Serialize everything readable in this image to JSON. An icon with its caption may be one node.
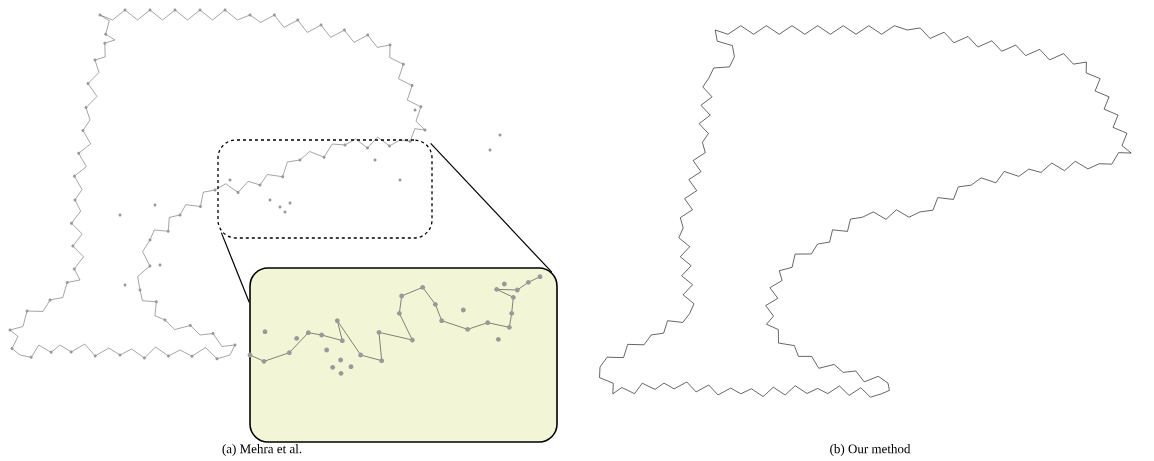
{
  "diagram": {
    "nodes": [
      {
        "text": [],
        "shape": "box"
      },
      {
        "text": [],
        "shape": "box"
      }
    ],
    "edges": [
      {
        "from": 0,
        "to": 1,
        "arrow": "none"
      },
      {
        "from": 0,
        "to": 1,
        "arrow": "none"
      }
    ],
    "labels": [
      "(a) Mehra et al.",
      "(b) Our method"
    ]
  }
}
